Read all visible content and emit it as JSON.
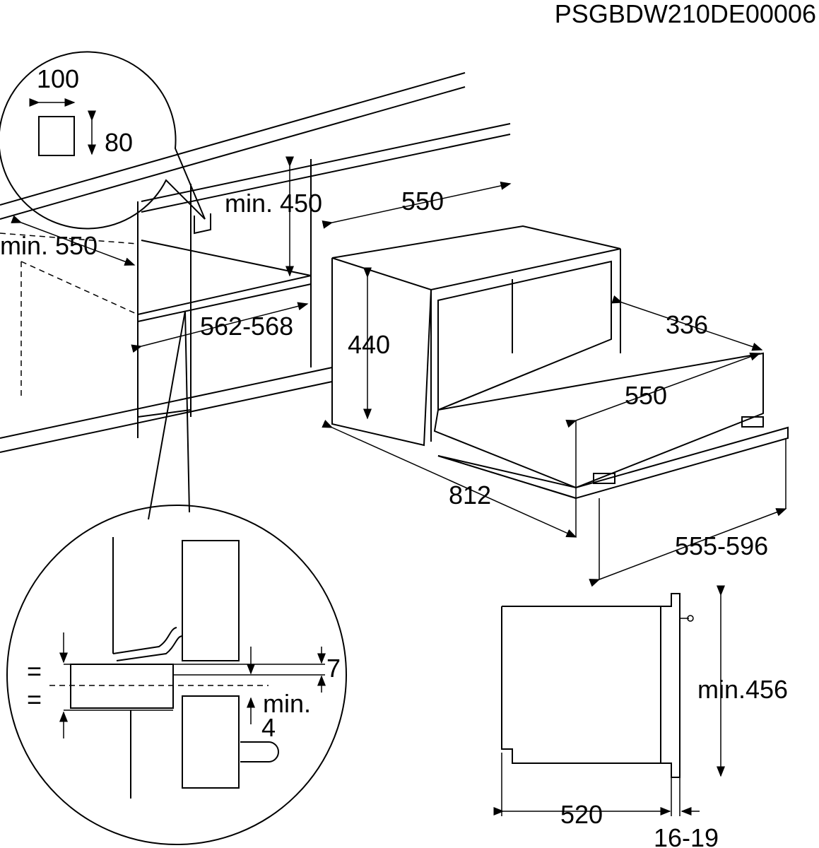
{
  "drawing_id": "PSGBDW210DE00006",
  "detail_top": {
    "width": "100",
    "height": "80"
  },
  "cabinet": {
    "min_height": "min. 450",
    "min_depth": "min. 550",
    "opening_width": "562-568"
  },
  "appliance": {
    "top_depth": "550",
    "height": "440",
    "drawer_extension": "336",
    "drawer_depth": "550",
    "total_depth": "812",
    "front_width": "555-596"
  },
  "detail_bottom": {
    "equal_top": "=",
    "equal_bottom": "=",
    "gap": "7",
    "min_label": "min.",
    "min_value": "4"
  },
  "side_view": {
    "min_height": "min.456",
    "depth": "520",
    "front_offset": "16-19"
  }
}
